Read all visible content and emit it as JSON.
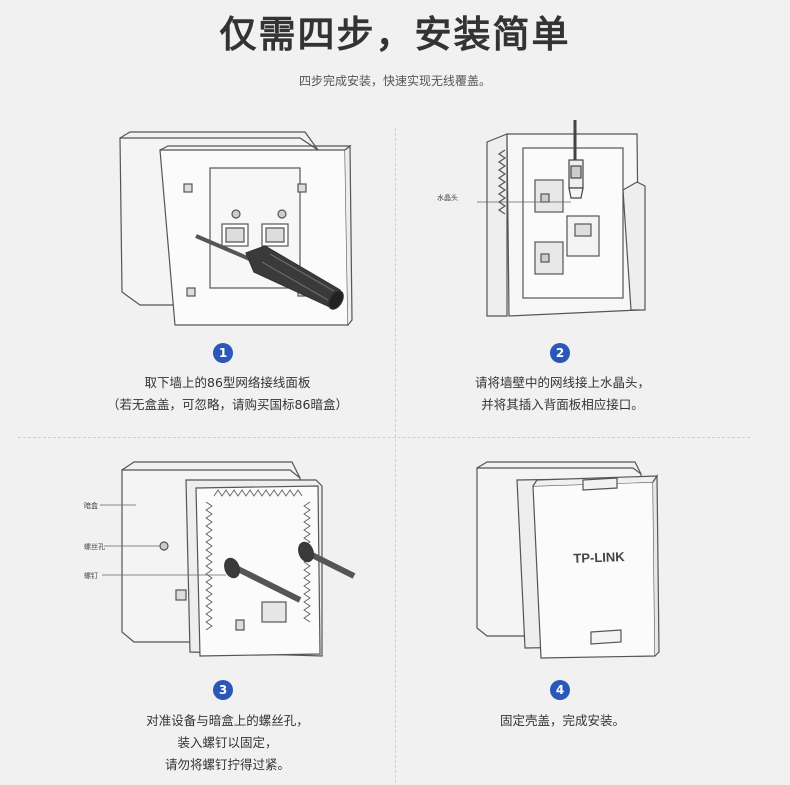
{
  "header": {
    "title": "仅需四步，安装简单",
    "subtitle": "四步完成安装，快速实现无线覆盖。"
  },
  "steps": [
    {
      "number": "1",
      "lines": [
        "取下墙上的86型网络接线面板",
        "（若无盒盖，可忽略，请购买国标86暗盒）"
      ]
    },
    {
      "number": "2",
      "lines": [
        "请将墙壁中的网线接上水晶头，",
        "并将其插入背面板相应接口。"
      ],
      "callouts": [
        "水晶头"
      ]
    },
    {
      "number": "3",
      "lines": [
        "对准设备与暗盒上的螺丝孔，",
        "装入螺钉以固定，",
        "请勿将螺钉拧得过紧。"
      ],
      "callouts": [
        "暗盒",
        "螺丝孔",
        "螺钉"
      ]
    },
    {
      "number": "4",
      "lines": [
        "固定壳盖，完成安装。"
      ],
      "brand": "TP-LINK"
    }
  ],
  "colors": {
    "accent": "#2a57b8",
    "background": "#f1f1f1",
    "line": "#555555"
  }
}
